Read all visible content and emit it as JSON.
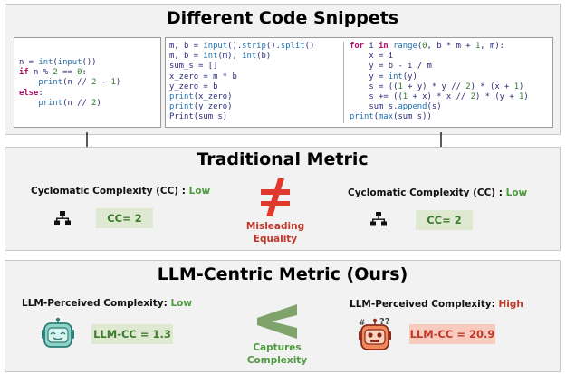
{
  "colors": {
    "panel_bg": "#f2f2f2",
    "low": "#4e9a3e",
    "high": "#c0392b",
    "neq": "#e03a2f",
    "less_than": "#7fa36a",
    "badge_green": "#dfe9d2",
    "badge_red": "#f7cbbd"
  },
  "top": {
    "title": "Different Code Snippets",
    "snippet1": [
      "n = int(input())",
      "if n % 2 == 0:",
      "    print(n // 2 - 1)",
      "else:",
      "    print(n // 2)"
    ],
    "snippet2_left": [
      "m, b = input().strip().split()",
      "m, b = int(m), int(b)",
      "sum_s = []",
      "x_zero = m * b",
      "y_zero = b",
      "print(x_zero)",
      "print(y_zero)",
      "Print(sum_s)"
    ],
    "snippet2_right": [
      "for i in range(0, b * m + 1, m):",
      "    x = i",
      "    y = b - i / m",
      "    y = int(y)",
      "    s = ((1 + y) * y // 2) * (x + 1)",
      "    s += ((1 + x) * x // 2) * (y + 1)",
      "    sum_s.append(s)",
      "print(max(sum_s))"
    ]
  },
  "traditional": {
    "title": "Traditional Metric",
    "left_label": "Cyclomatic Complexity (CC) : ",
    "left_level": "Low",
    "left_value": "CC= 2",
    "right_label": "Cyclomatic Complexity (CC) : ",
    "right_level": "Low",
    "right_value": "CC= 2",
    "symbol": "≠",
    "caption": [
      "Misleading",
      "Equality"
    ],
    "icon": "network-hierarchy-icon"
  },
  "llm": {
    "title": "LLM-Centric Metric (Ours)",
    "left_label": "LLM-Perceived Complexity: ",
    "left_level": "Low",
    "left_value": "LLM-CC = 1.3",
    "right_label": "LLM-Perceived Complexity: ",
    "right_level": "High",
    "right_value": "LLM-CC = 20.9",
    "symbol": "<",
    "caption": [
      "Captures",
      "Complexity"
    ],
    "left_icon": "calm-robot-icon",
    "right_icon": "confused-robot-icon"
  }
}
